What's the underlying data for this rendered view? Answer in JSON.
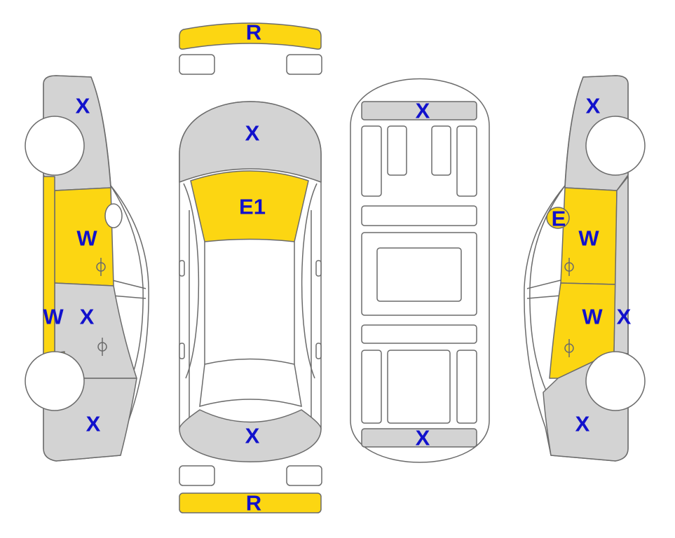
{
  "colors": {
    "damaged": "#FCD612",
    "standard": "#D3D3D3",
    "outline": "#6B6B6B",
    "label": "#1111CC",
    "empty": "#FFFFFF"
  },
  "labels": {
    "front_bumper": "R",
    "rear_bumper": "R",
    "hood": "X",
    "windshield": "E1",
    "trunk_top": "X",
    "roof_front": "X",
    "roof_rear": "X",
    "left_front_fender": "X",
    "left_front_door": "W",
    "left_sill": "W",
    "left_rear_door": "X",
    "left_rear_quarter": "X",
    "right_front_fender": "X",
    "right_mirror": "E",
    "right_front_door": "W",
    "right_rear_door": "W",
    "right_sill": "X",
    "right_rear_quarter": "X"
  }
}
